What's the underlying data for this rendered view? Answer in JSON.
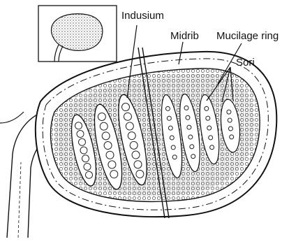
{
  "figure": {
    "labels": {
      "indusium": "Indusium",
      "midrib": "Midrib",
      "mucilage_ring": "Mucilage ring",
      "sori": "Sori"
    },
    "ink_color": "#1a1a1a",
    "background_color": "#ffffff"
  }
}
